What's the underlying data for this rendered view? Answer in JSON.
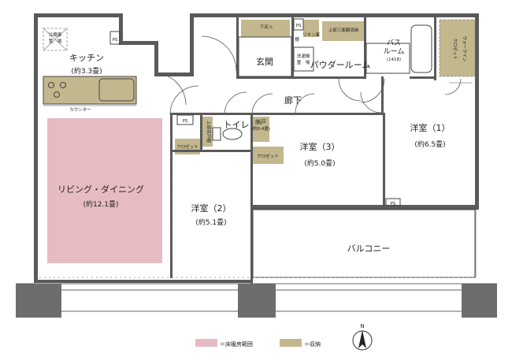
{
  "colors": {
    "floor_heating": "#e6bcc2",
    "storage": "#c3b78e",
    "wall": "#5a5a5a",
    "column": "#6d6d6d"
  },
  "rooms": {
    "kitchen": {
      "name": "キッチン",
      "area": "(約3.3畳)"
    },
    "living": {
      "name": "リビング・ダイニング",
      "area": "(約12.1畳)"
    },
    "western2": {
      "name": "洋室（2）",
      "area": "(約5.1畳)"
    },
    "western3": {
      "name": "洋室（3）",
      "area": "(約5.0畳)"
    },
    "western1": {
      "name": "洋室（1）",
      "area": "(約6.5畳)"
    },
    "entrance": {
      "name": "玄関"
    },
    "powder": {
      "name": "パウダールーム"
    },
    "bath": {
      "name": "バス",
      "name2": "ルーム",
      "size": "(1418)"
    },
    "toilet": {
      "name": "トイレ"
    },
    "corridor": {
      "name": "廊下"
    },
    "balcony": {
      "name": "バルコニー"
    }
  },
  "small_labels": {
    "fridge": "冷蔵庫",
    "fridge2": "置　場",
    "counter": "カウンター",
    "shoe_box": "下足入",
    "shelf": "棚",
    "linen": "リネン庫",
    "upper_mirror": "上部三面鏡収納",
    "washer": "洗濯機",
    "washer2": "置　場",
    "walkin": "ウォークイン",
    "walkin2": "クロゼット",
    "upper_shelf": "上部吊戸棚",
    "nando": "納戸",
    "nando_area": "(約0.4畳)",
    "closet2": "クロゼット",
    "closet3": "クロゼット",
    "ps": "PS"
  },
  "legend": {
    "floor_heating_label": "＝床暖房範囲",
    "storage_label": "＝収納"
  },
  "compass": {
    "north": "N"
  }
}
